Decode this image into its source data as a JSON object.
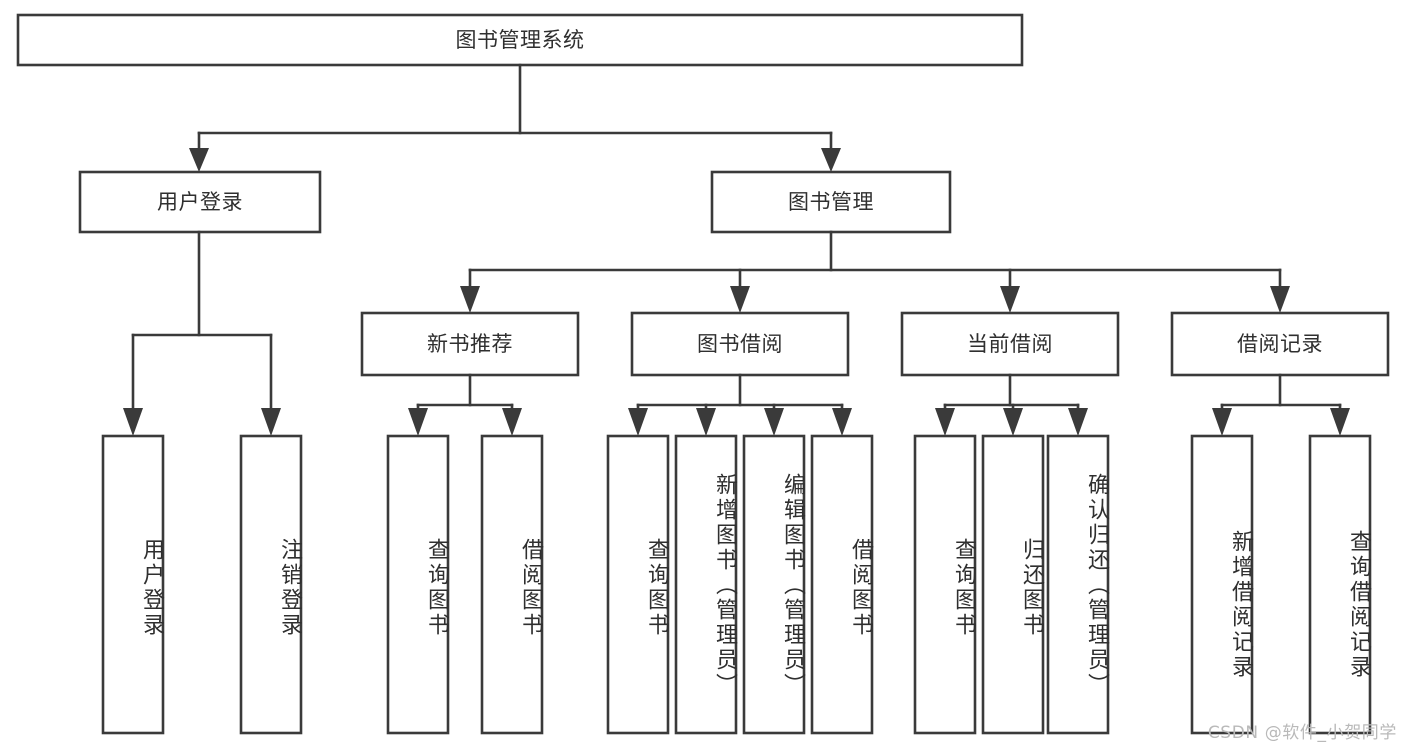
{
  "diagram": {
    "type": "tree",
    "title": "图书管理系统",
    "orientation": "top-down",
    "colors": {
      "background": "#ffffff",
      "box_border": "#3a3a3a",
      "box_fill": "#ffffff",
      "text": "#2f2f2f",
      "connector": "#3a3a3a",
      "watermark": "#b9b9b9"
    },
    "root": {
      "label": "图书管理系统"
    },
    "level2": [
      {
        "label": "用户登录"
      },
      {
        "label": "图书管理"
      }
    ],
    "level3": [
      {
        "label": "新书推荐"
      },
      {
        "label": "图书借阅"
      },
      {
        "label": "当前借阅"
      },
      {
        "label": "借阅记录"
      }
    ],
    "leaves": {
      "user_login": [
        {
          "label": "用户登录"
        },
        {
          "label": "注销登录"
        }
      ],
      "new_book_recommend": [
        {
          "label": "查询图书"
        },
        {
          "label": "借阅图书"
        }
      ],
      "book_borrow": [
        {
          "label": "查询图书"
        },
        {
          "label": "新增图书（管理员）"
        },
        {
          "label": "编辑图书（管理员）"
        },
        {
          "label": "借阅图书"
        }
      ],
      "current_borrow": [
        {
          "label": "查询图书"
        },
        {
          "label": "归还图书"
        },
        {
          "label": "确认归还（管理员）"
        }
      ],
      "borrow_record": [
        {
          "label": "新增借阅记录"
        },
        {
          "label": "查询借阅记录"
        }
      ]
    }
  },
  "watermark": {
    "text": "CSDN @软件_小贺同学"
  }
}
